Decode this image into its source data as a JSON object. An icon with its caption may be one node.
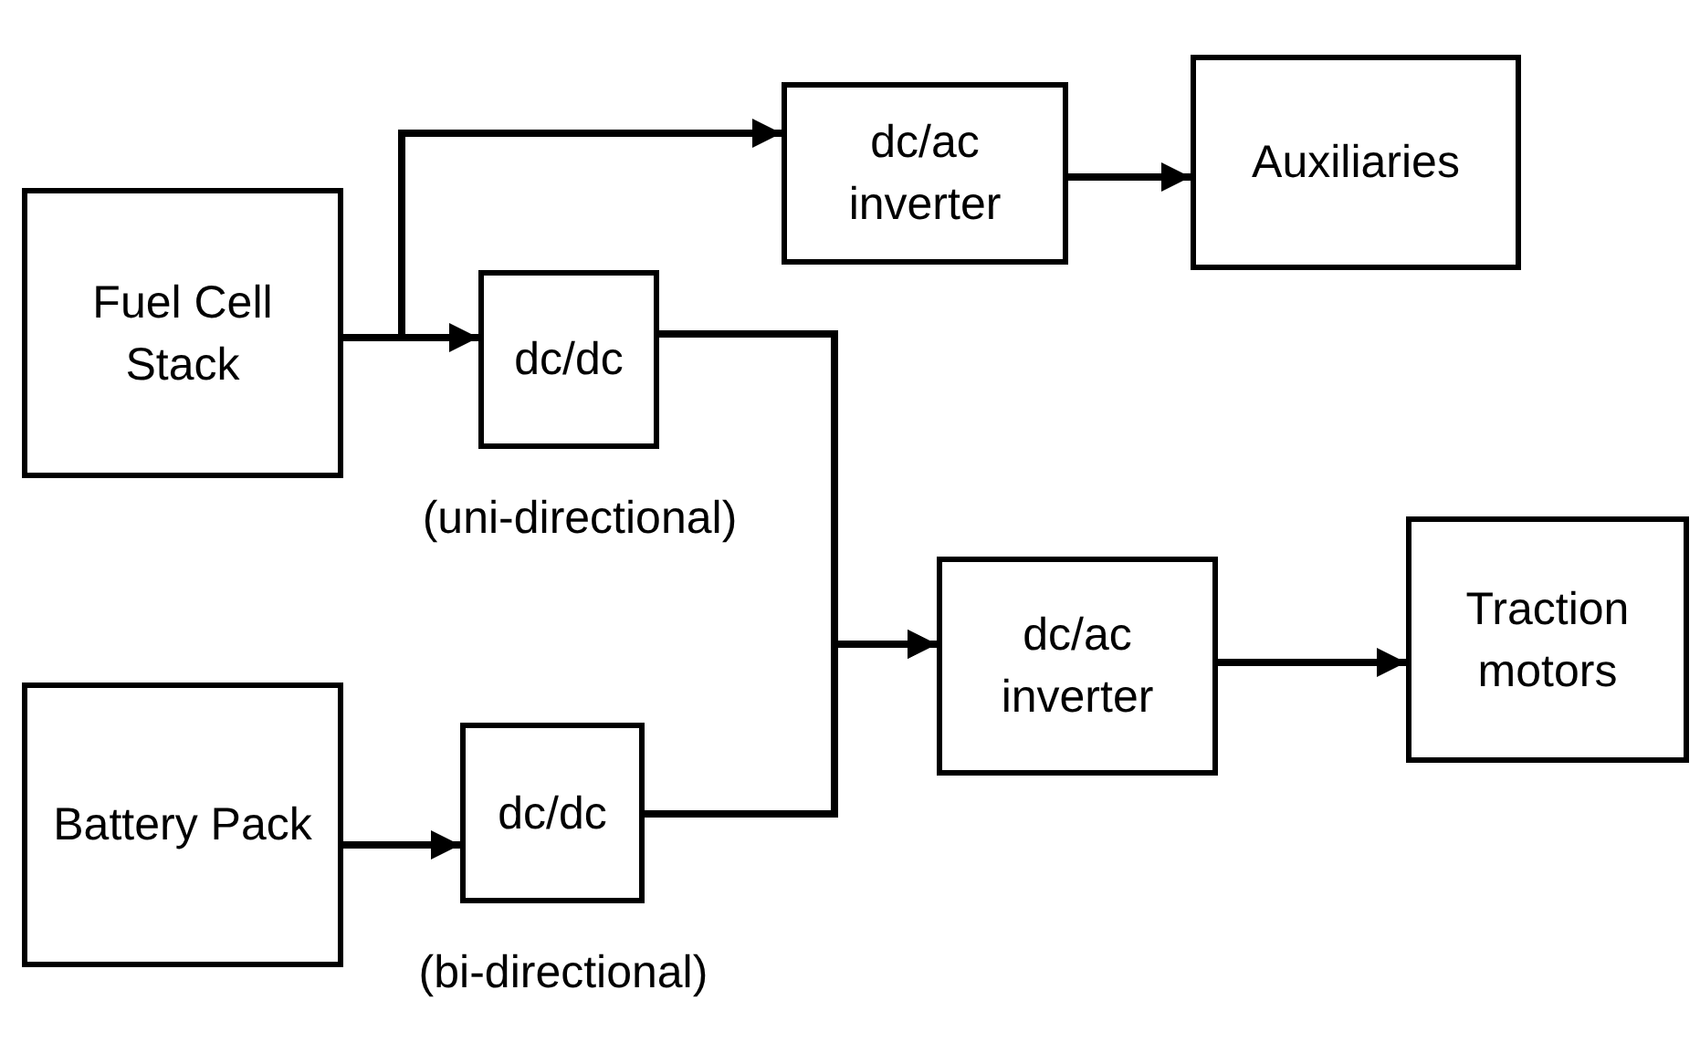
{
  "diagram": {
    "nodes": [
      {
        "text": [
          "Fuel Cell Stack"
        ]
      },
      {
        "text": [
          "dc/dc"
        ],
        "beside": [
          "(uni-directional)"
        ]
      },
      {
        "text": [
          "dc/ac inverter"
        ]
      },
      {
        "text": [
          "Auxiliaries"
        ]
      },
      {
        "text": [
          "dc/ac inverter"
        ]
      },
      {
        "text": [
          "Traction motors"
        ]
      },
      {
        "text": [
          "Battery Pack"
        ]
      },
      {
        "text": [
          "dc/dc"
        ],
        "beside": [
          "(bi-directional)"
        ]
      }
    ],
    "edges": [
      {
        "from": 0,
        "to": 1,
        "arrow": "to"
      },
      {
        "from": 0,
        "to": 2,
        "arrow": "to"
      },
      {
        "from": 1,
        "to": 4,
        "arrow": "to"
      },
      {
        "from": 6,
        "to": 7,
        "arrow": "to"
      },
      {
        "from": 7,
        "to": 4,
        "arrow": "to"
      },
      {
        "from": 2,
        "to": 3,
        "arrow": "to"
      },
      {
        "from": 4,
        "to": 5,
        "arrow": "to"
      }
    ]
  }
}
